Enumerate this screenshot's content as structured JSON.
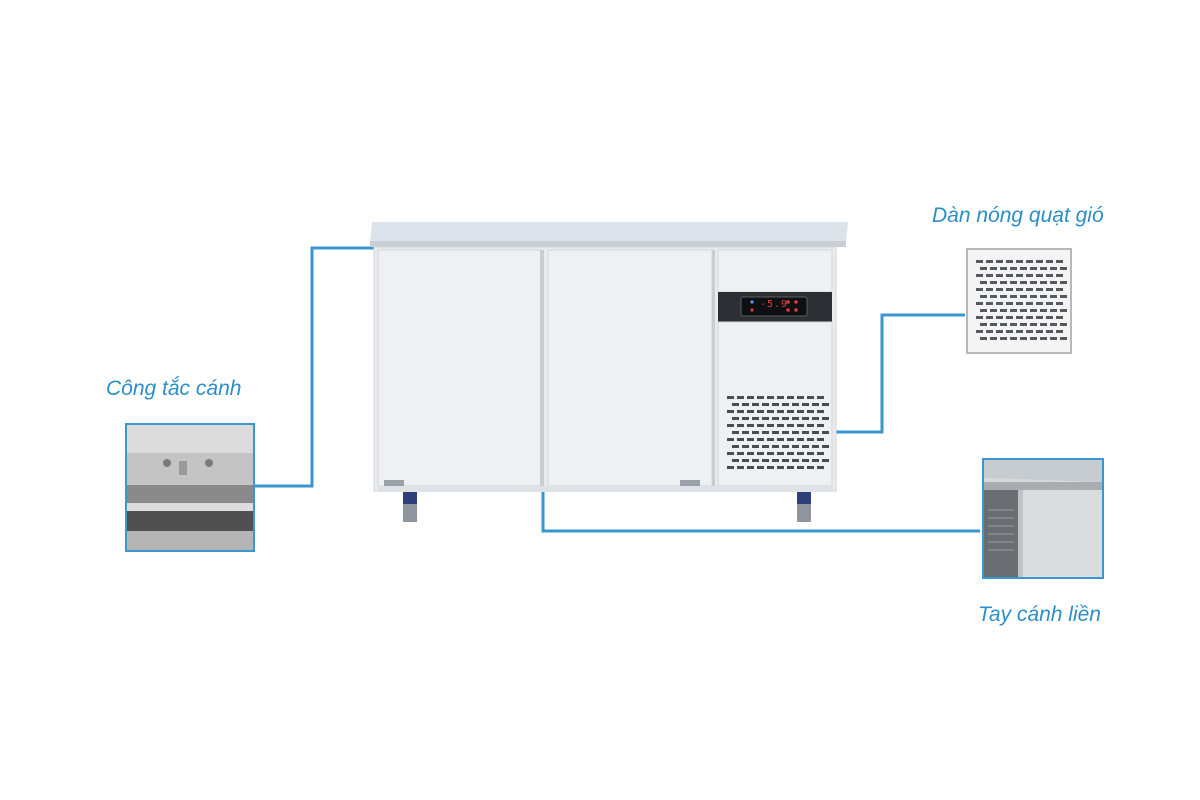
{
  "labels": {
    "door_switch": "Công tắc cánh",
    "fan_condenser": "Dàn nóng quạt gió",
    "door_handle": "Tay cánh liền"
  },
  "controller": {
    "display_value": "-5.9"
  },
  "colors": {
    "accent": "#2a8fc8",
    "line": "#3a97cf",
    "cabinet": "#eceef0",
    "display": "#e23b3b"
  }
}
